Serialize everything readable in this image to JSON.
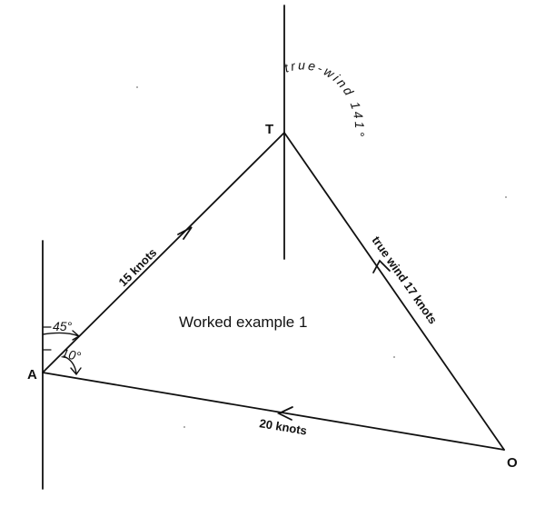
{
  "diagram": {
    "caption": "Worked example 1",
    "points": {
      "A": "A",
      "T": "T",
      "O": "O"
    },
    "edges": {
      "AT": "15 knots",
      "OT": "true wind 17 knots",
      "OA": "20 knots"
    },
    "angles": {
      "a45": "45°",
      "a10": "10°",
      "t141_text": "true-wind",
      "t141_value": "141°"
    }
  }
}
